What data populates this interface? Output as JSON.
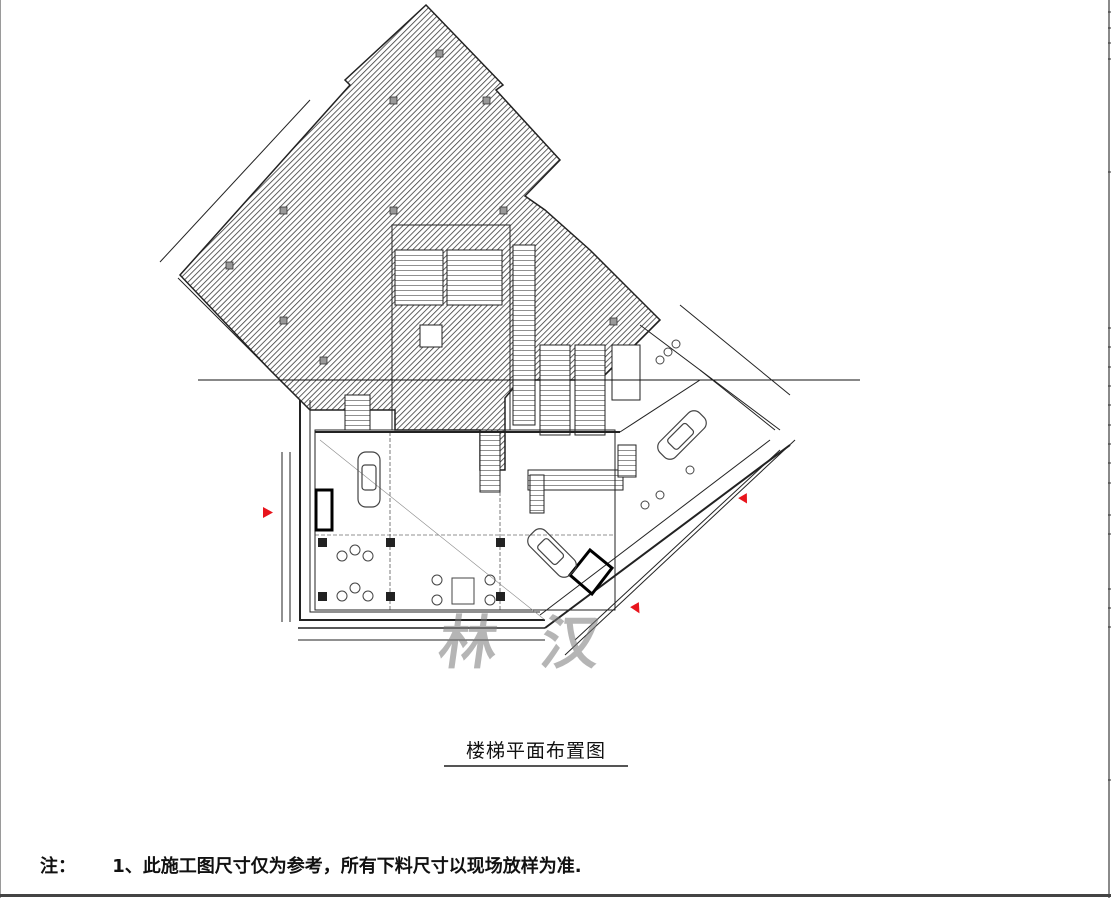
{
  "drawing": {
    "title": "楼梯平面布置图",
    "note_label": "注：",
    "note_text": "1、此施工图尺寸仅为参考，所有下料尺寸以现场放样为准.",
    "watermark": "林 汉",
    "entrance_marker_color": "#e8141c",
    "hatch_color": "#3a3a3a",
    "line_color": "#222222"
  },
  "plan": {
    "upper_floor": "hatched diagonal roof/upper floor outline (rotated 45°)",
    "lower_floor": "showroom ground floor with cars, seating groups, stairs",
    "cars": 3,
    "entrance_markers": 3
  }
}
